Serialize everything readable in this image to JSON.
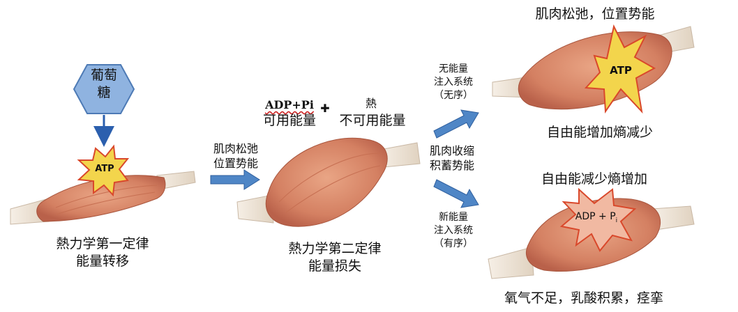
{
  "glucose": {
    "line1": "葡萄",
    "line2": "糖"
  },
  "stage1": {
    "atp": "ATP",
    "law": "熱力学第一定律",
    "desc": "能量转移"
  },
  "arrow1_label": {
    "line1": "肌肉松弛",
    "line2": "位置势能"
  },
  "stage2": {
    "adp": "ADP+Pi",
    "plus": "✚",
    "heat": "熱",
    "usable": "可用能量",
    "unusable": "不可用能量",
    "law": "熱力学第二定律",
    "desc": "能量损失"
  },
  "upper_branch": {
    "line1": "无能量",
    "line2": "注入系统",
    "line3": "（无序）"
  },
  "middle_label": {
    "line1": "肌肉收缩",
    "line2": "积蓄势能"
  },
  "lower_branch": {
    "line1": "新能量",
    "line2": "注入系统",
    "line3": "（有序）"
  },
  "top_right": {
    "title": "肌肉松弛，位置势能",
    "atp": "ATP",
    "caption": "自由能增加熵减少"
  },
  "bottom_right": {
    "title": "自由能减少熵增加",
    "adp": "ADP + P",
    "adp_sub": "i",
    "caption": "氧气不足，乳酸积累，痉挛"
  },
  "colors": {
    "muscle": "#d98a6a",
    "muscle_dark": "#b0583e",
    "tendon": "#efe6da",
    "arrow_blue": "#4f86c6",
    "hex_blue": "#8fb3e0",
    "star_yellow": "#f3d54c",
    "star_edge": "#d9482b"
  }
}
